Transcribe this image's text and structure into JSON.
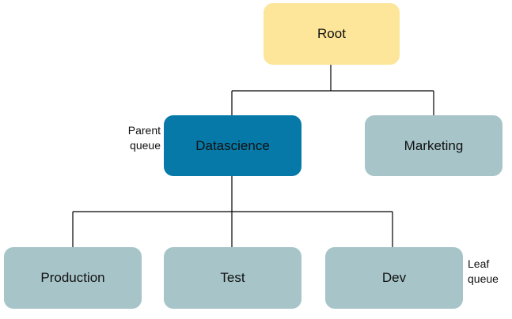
{
  "colors": {
    "root": "#fde59a",
    "parent": "#0679a8",
    "queue": "#a7c5c9",
    "line": "#000000"
  },
  "nodes": {
    "root": "Root",
    "datascience": "Datascience",
    "marketing": "Marketing",
    "production": "Production",
    "test": "Test",
    "dev": "Dev"
  },
  "notes": {
    "parent_queue": [
      "Parent",
      "queue"
    ],
    "leaf_queue": [
      "Leaf",
      "queue"
    ]
  }
}
